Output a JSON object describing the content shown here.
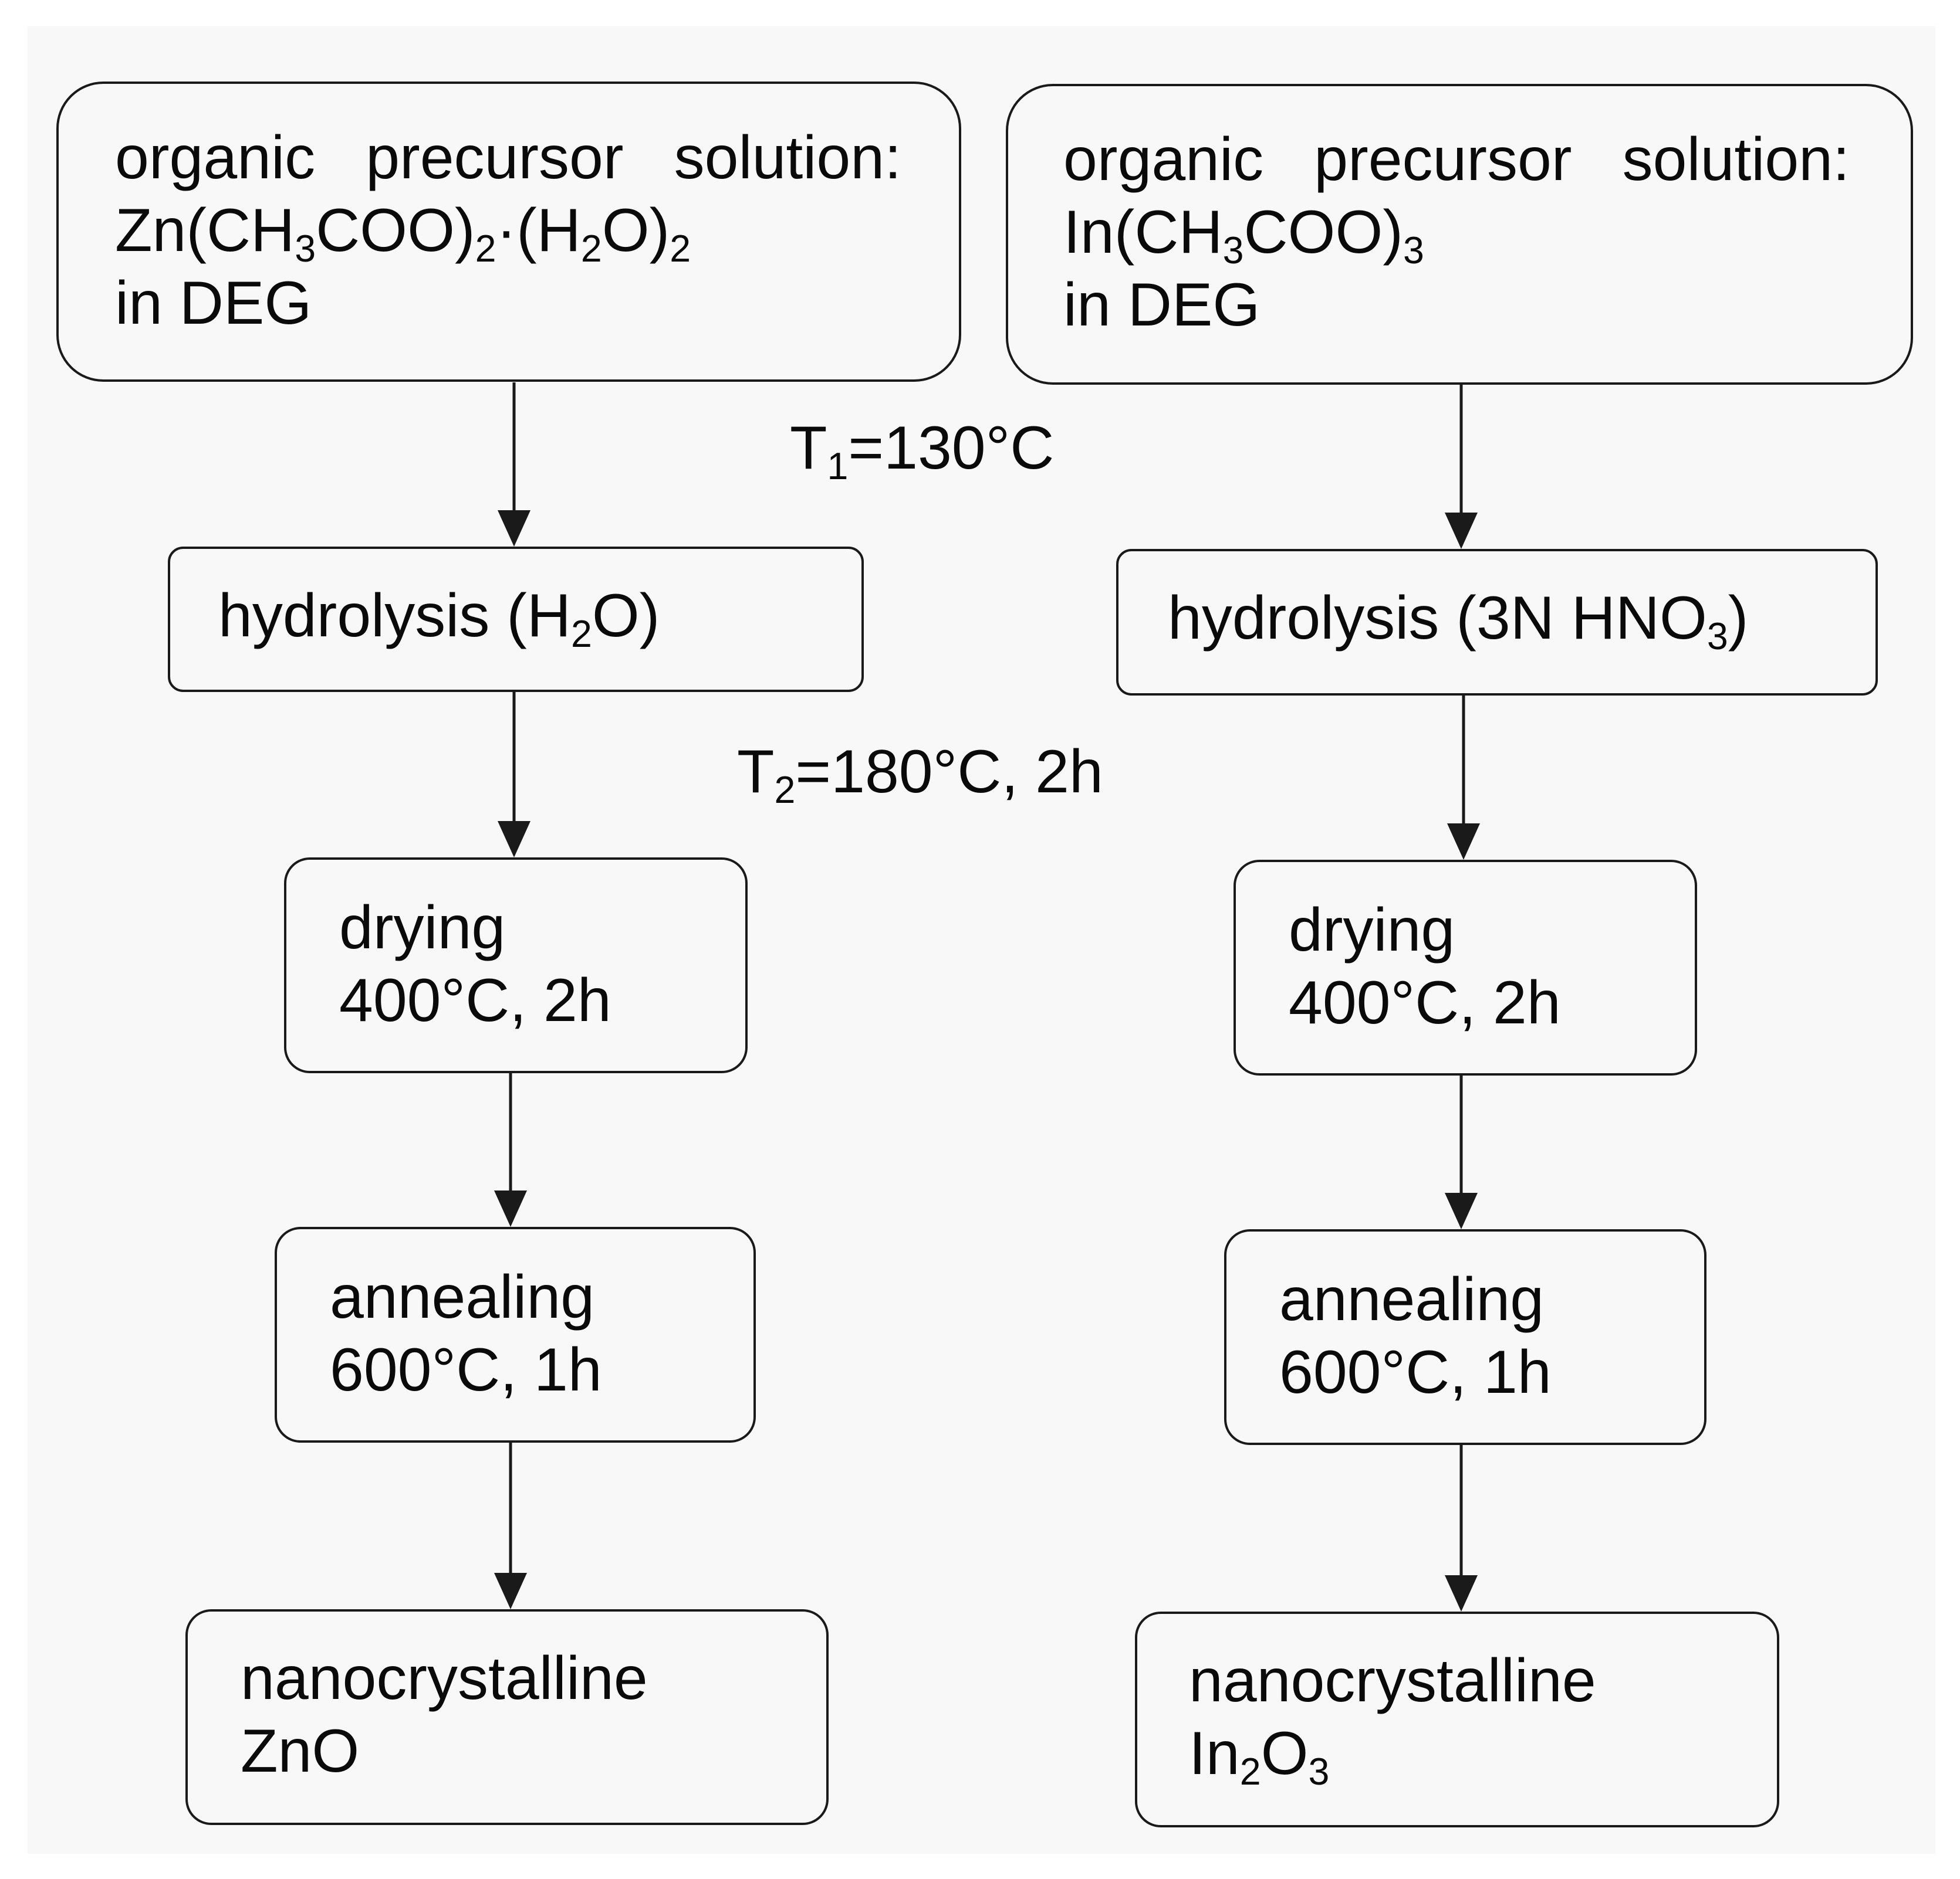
{
  "left_chain": {
    "precursor": {
      "line1": "organic precursor solution:",
      "formula_parts": [
        "Zn(CH",
        "3",
        "COO)",
        "2",
        "·(H",
        "2",
        "O)",
        "2"
      ],
      "line3": "in DEG"
    },
    "hydrolysis": {
      "parts": [
        "hydrolysis (H",
        "2",
        "O)"
      ]
    },
    "drying": {
      "line1": "drying",
      "line2": "400°C, 2h"
    },
    "annealing": {
      "line1": "annealing",
      "line2": "600°C, 1h"
    },
    "product": {
      "line1": "nanocrystalline",
      "formula_parts": [
        "ZnO"
      ]
    }
  },
  "right_chain": {
    "precursor": {
      "line1": "organic precursor solution:",
      "formula_parts": [
        "In(CH",
        "3",
        "COO)",
        "3"
      ],
      "line3": "in DEG"
    },
    "hydrolysis": {
      "parts": [
        "hydrolysis (3N HNO",
        "3",
        ")"
      ]
    },
    "drying": {
      "line1": "drying",
      "line2": "400°C, 2h"
    },
    "annealing": {
      "line1": "annealing",
      "line2": "600°C, 1h"
    },
    "product": {
      "line1": "nanocrystalline",
      "formula_parts": [
        "In",
        "2",
        "O",
        "3"
      ]
    }
  },
  "conditions": {
    "t1": {
      "symbol": "T",
      "subscript": "1",
      "value": "=130°C"
    },
    "t2": {
      "symbol": "T",
      "subscript": "2",
      "value": "=180°C, 2h"
    }
  },
  "colors": {
    "background": "#f8f8f8",
    "stroke": "#1a1a1a",
    "text": "#0a0a0a"
  }
}
